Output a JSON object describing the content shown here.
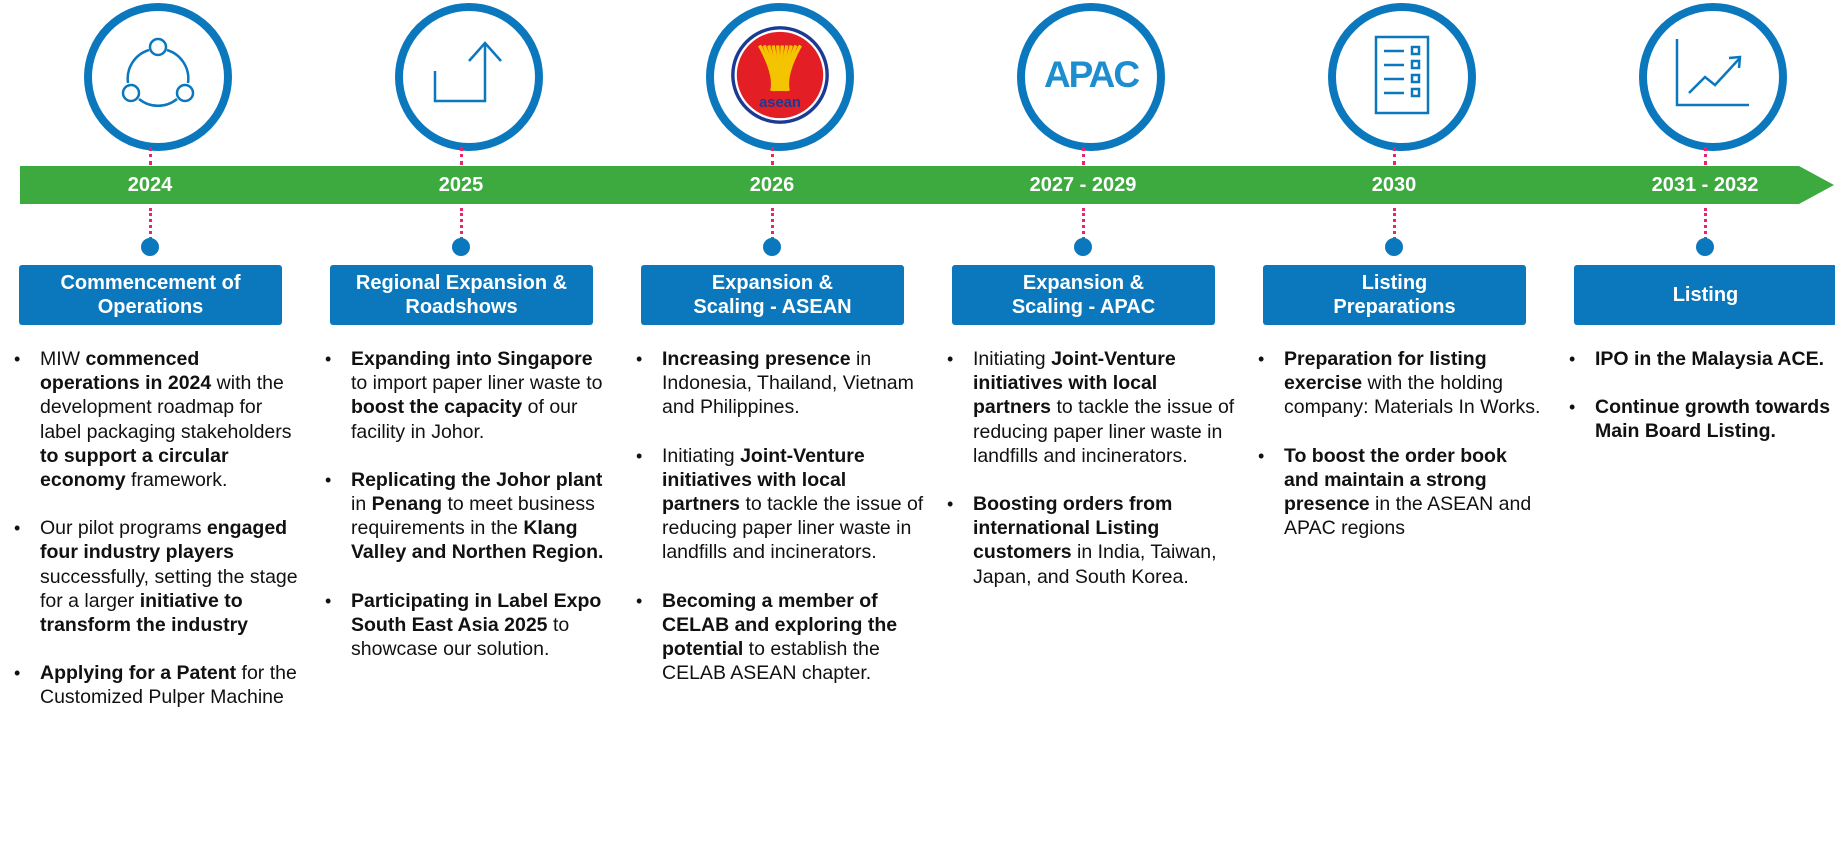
{
  "colors": {
    "accent_blue": "#0B78BE",
    "timeline_green": "#3DAA3F",
    "connector_pink": "#E8266A"
  },
  "stages": [
    {
      "year": "2024",
      "icon": "cycle-icon",
      "title": [
        "Commencement of",
        "Operations"
      ],
      "bullets": [
        [
          {
            "t": "MIW "
          },
          {
            "t": "commenced operations in 2024",
            "b": true
          },
          {
            "t": " with the development roadmap for label packaging stakeholders "
          },
          {
            "t": "to support a circular economy",
            "b": true
          },
          {
            "t": " framework."
          }
        ],
        [
          {
            "t": "Our pilot programs "
          },
          {
            "t": "engaged four industry players",
            "b": true
          },
          {
            "t": " successfully, setting the stage for a larger "
          },
          {
            "t": "initiative to transform the industry",
            "b": true
          }
        ],
        [
          {
            "t": "Applying for a Patent",
            "b": true
          },
          {
            "t": " for the Customized Pulper Machine"
          }
        ]
      ]
    },
    {
      "year": "2025",
      "icon": "share-arrow-icon",
      "title": [
        "Regional Expansion &",
        "Roadshows"
      ],
      "bullets": [
        [
          {
            "t": "Expanding into Singapore",
            "b": true
          },
          {
            "t": " to import paper liner waste to "
          },
          {
            "t": "boost the capacity",
            "b": true
          },
          {
            "t": " of our facility in Johor."
          }
        ],
        [
          {
            "t": "Replicating the Johor plant",
            "b": true
          },
          {
            "t": " in "
          },
          {
            "t": "Penang",
            "b": true
          },
          {
            "t": " to meet business requirements in the "
          },
          {
            "t": "Klang Valley and Northen Region.",
            "b": true
          }
        ],
        [
          {
            "t": "Participating in Label Expo South East Asia 2025",
            "b": true
          },
          {
            "t": " to showcase our solution."
          }
        ]
      ]
    },
    {
      "year": "2026",
      "icon": "asean-logo-icon",
      "logo_text": "asean",
      "title": [
        "Expansion &",
        "Scaling - ASEAN"
      ],
      "bullets": [
        [
          {
            "t": "Increasing presence",
            "b": true
          },
          {
            "t": " in Indonesia, Thailand, Vietnam and Philippines."
          }
        ],
        [
          {
            "t": "Initiating "
          },
          {
            "t": "Joint-Venture initiatives with local partners",
            "b": true
          },
          {
            "t": " to tackle the issue of reducing paper liner waste in landfills and incinerators."
          }
        ],
        [
          {
            "t": "Becoming a member of CELAB and exploring the potential",
            "b": true
          },
          {
            "t": " to establish the CELAB ASEAN chapter."
          }
        ]
      ]
    },
    {
      "year": "2027 - 2029",
      "icon": "apac-logo-icon",
      "logo_text": "APAC",
      "title": [
        "Expansion &",
        "Scaling - APAC"
      ],
      "bullets": [
        [
          {
            "t": "Initiating "
          },
          {
            "t": "Joint-Venture initiatives with local partners",
            "b": true
          },
          {
            "t": " to tackle the issue of reducing paper liner waste in landfills and incinerators."
          }
        ],
        [
          {
            "t": "Boosting orders from international Listing customers",
            "b": true
          },
          {
            "t": " in India, Taiwan, Japan, and South Korea."
          }
        ]
      ]
    },
    {
      "year": "2030",
      "icon": "checklist-icon",
      "title": [
        "Listing",
        "Preparations"
      ],
      "bullets": [
        [
          {
            "t": "Preparation for listing exercise",
            "b": true
          },
          {
            "t": " with the holding company: Materials In Works."
          }
        ],
        [
          {
            "t": "To boost the order book and maintain a strong presence",
            "b": true
          },
          {
            "t": " in the ASEAN and APAC regions"
          }
        ]
      ]
    },
    {
      "year": "2031 - 2032",
      "icon": "growth-chart-icon",
      "title": [
        "Listing"
      ],
      "bullets": [
        [
          {
            "t": "IPO in the Malaysia ACE.",
            "b": true
          }
        ],
        [
          {
            "t": "Continue growth towards Main Board Listing.",
            "b": true
          }
        ]
      ]
    }
  ]
}
